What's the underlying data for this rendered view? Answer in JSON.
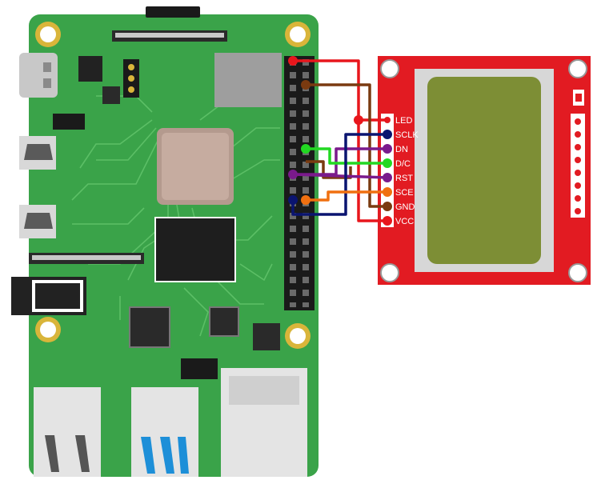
{
  "lcd": {
    "pins": [
      {
        "label": "LED",
        "wire_color": "#e8161c"
      },
      {
        "label": "SCLK",
        "wire_color": "#0a1470"
      },
      {
        "label": "DN",
        "wire_color": "#7a1a8c"
      },
      {
        "label": "D/C",
        "wire_color": "#22d822"
      },
      {
        "label": "RST",
        "wire_color": "#7a1a8c"
      },
      {
        "label": "SCE",
        "wire_color": "#f07010"
      },
      {
        "label": "GND",
        "wire_color": "#7a3a10"
      },
      {
        "label": "VCC",
        "wire_color": "#e8161c"
      }
    ],
    "board_color": "#e21b22",
    "screen_color": "#7d8e35"
  },
  "pi": {
    "board_color": "#3aa349"
  }
}
